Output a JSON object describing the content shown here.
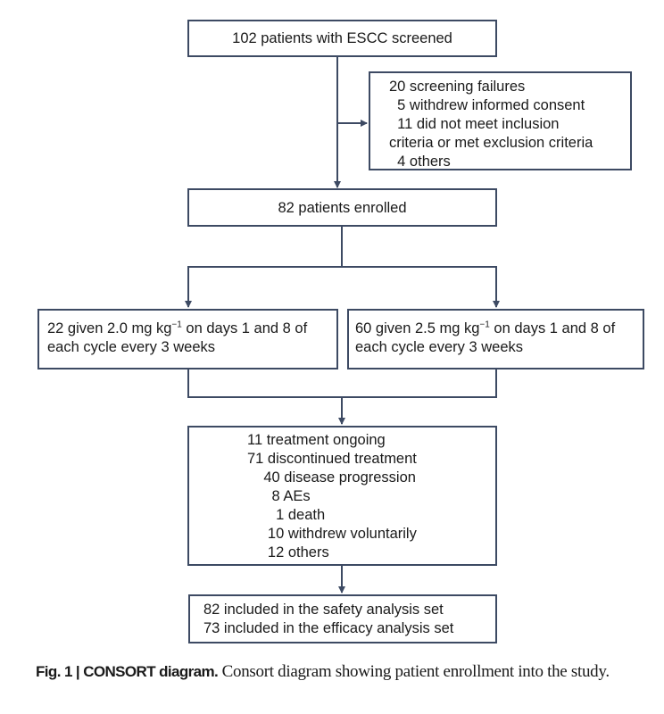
{
  "diagram": {
    "screened": "102 patients with ESCC screened",
    "screening_failures": [
      "20 screening failures",
      "  5 withdrew informed consent",
      "  11 did not meet inclusion",
      "criteria or met exclusion criteria",
      "  4 others"
    ],
    "enrolled": "82 patients enrolled",
    "arm_low": {
      "prefix": "22 given 2.0 mg kg",
      "sup": "−1",
      "suffix": " on days 1 and 8 of",
      "line2": "each cycle every 3 weeks"
    },
    "arm_high": {
      "prefix": "60 given 2.5 mg kg",
      "sup": "−1",
      "suffix": " on days 1 and 8 of",
      "line2": "each cycle every 3 weeks"
    },
    "treatment": [
      "11 treatment ongoing",
      "71 discontinued treatment",
      "    40 disease progression",
      "      8 AEs",
      "       1 death",
      "     10 withdrew voluntarily",
      "     12 others"
    ],
    "analysis": [
      "82 included in the safety analysis set",
      "73 included in the efficacy analysis set"
    ]
  },
  "caption": {
    "label": "Fig. 1 | CONSORT diagram.",
    "text": " Consort diagram showing patient enrollment into the study."
  },
  "colors": {
    "stroke": "#3d4a63",
    "text": "#1a1a1a"
  }
}
